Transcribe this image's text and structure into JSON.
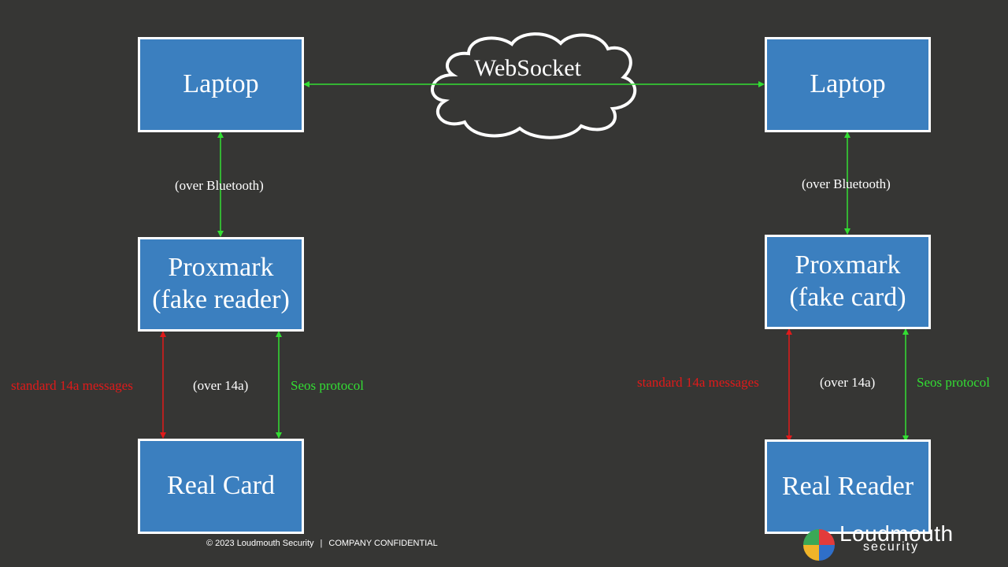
{
  "nodes": {
    "laptop_left": "Laptop",
    "laptop_right": "Laptop",
    "proxmark_left": {
      "line1": "Proxmark",
      "line2": "(fake reader)"
    },
    "proxmark_right": {
      "line1": "Proxmark",
      "line2": "(fake card)"
    },
    "real_card": "Real Card",
    "real_reader": "Real Reader"
  },
  "cloud_label": "WebSocket",
  "labels": {
    "bluetooth_left": "(over Bluetooth)",
    "bluetooth_right": "(over Bluetooth)",
    "std14a_left": "standard 14a messages",
    "std14a_right": "standard 14a messages",
    "over14a_left": "(over 14a)",
    "over14a_right": "(over 14a)",
    "seos_left": "Seos protocol",
    "seos_right": "Seos protocol"
  },
  "footer": {
    "copyright": "© 2023 Loudmouth Security",
    "separator": "|",
    "confidential": "COMPANY CONFIDENTIAL"
  },
  "logo": {
    "name": "Loudmouth",
    "sub": "security"
  },
  "colors": {
    "background": "#363634",
    "node_fill": "#3b7fbf",
    "node_border": "#ffffff",
    "green_edge": "#33dd33",
    "red_edge": "#e01a1a"
  }
}
